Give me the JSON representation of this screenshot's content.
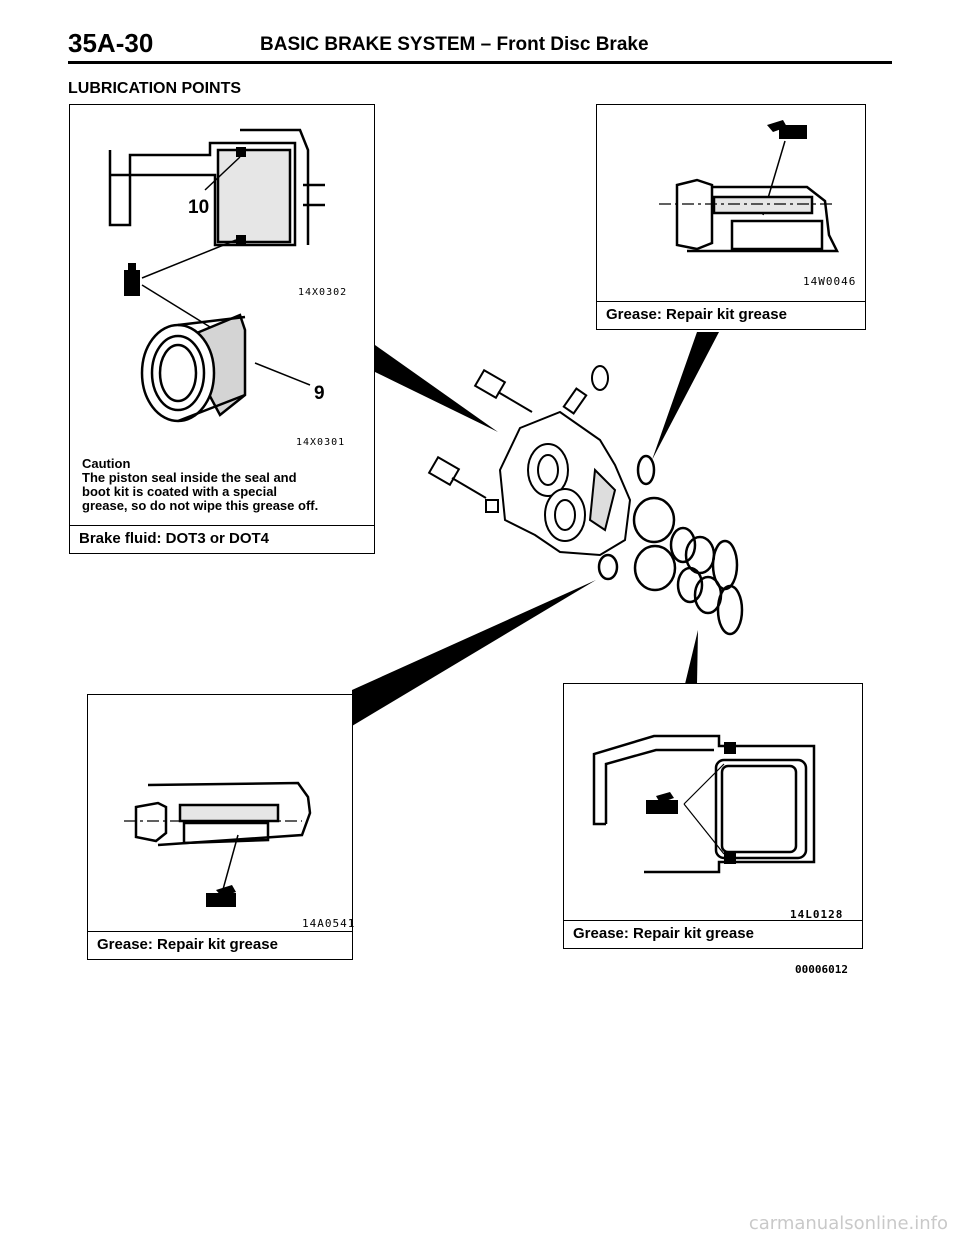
{
  "header": {
    "page_number": "35A-30",
    "title": "BASIC BRAKE SYSTEM – Front Disc Brake"
  },
  "section": {
    "title": "LUBRICATION POINTS"
  },
  "panels": {
    "top_left": {
      "callout_10": "10",
      "callout_9": "9",
      "code_1": "14X0302",
      "code_2": "14X0301",
      "caution_heading": "Caution",
      "caution_lines": [
        "The piston seal inside the seal and",
        "boot kit is coated with a special",
        "grease, so do not wipe this grease off."
      ],
      "caption": "Brake fluid: DOT3 or DOT4"
    },
    "top_right": {
      "code": "14W0046",
      "caption": "Grease: Repair kit grease"
    },
    "bottom_left": {
      "code": "14A0541",
      "caption": "Grease: Repair kit grease"
    },
    "bottom_right": {
      "code": "14L0128",
      "caption": "Grease: Repair kit grease"
    }
  },
  "figure_id": "00006012",
  "watermark": "carmanualsonline.info"
}
